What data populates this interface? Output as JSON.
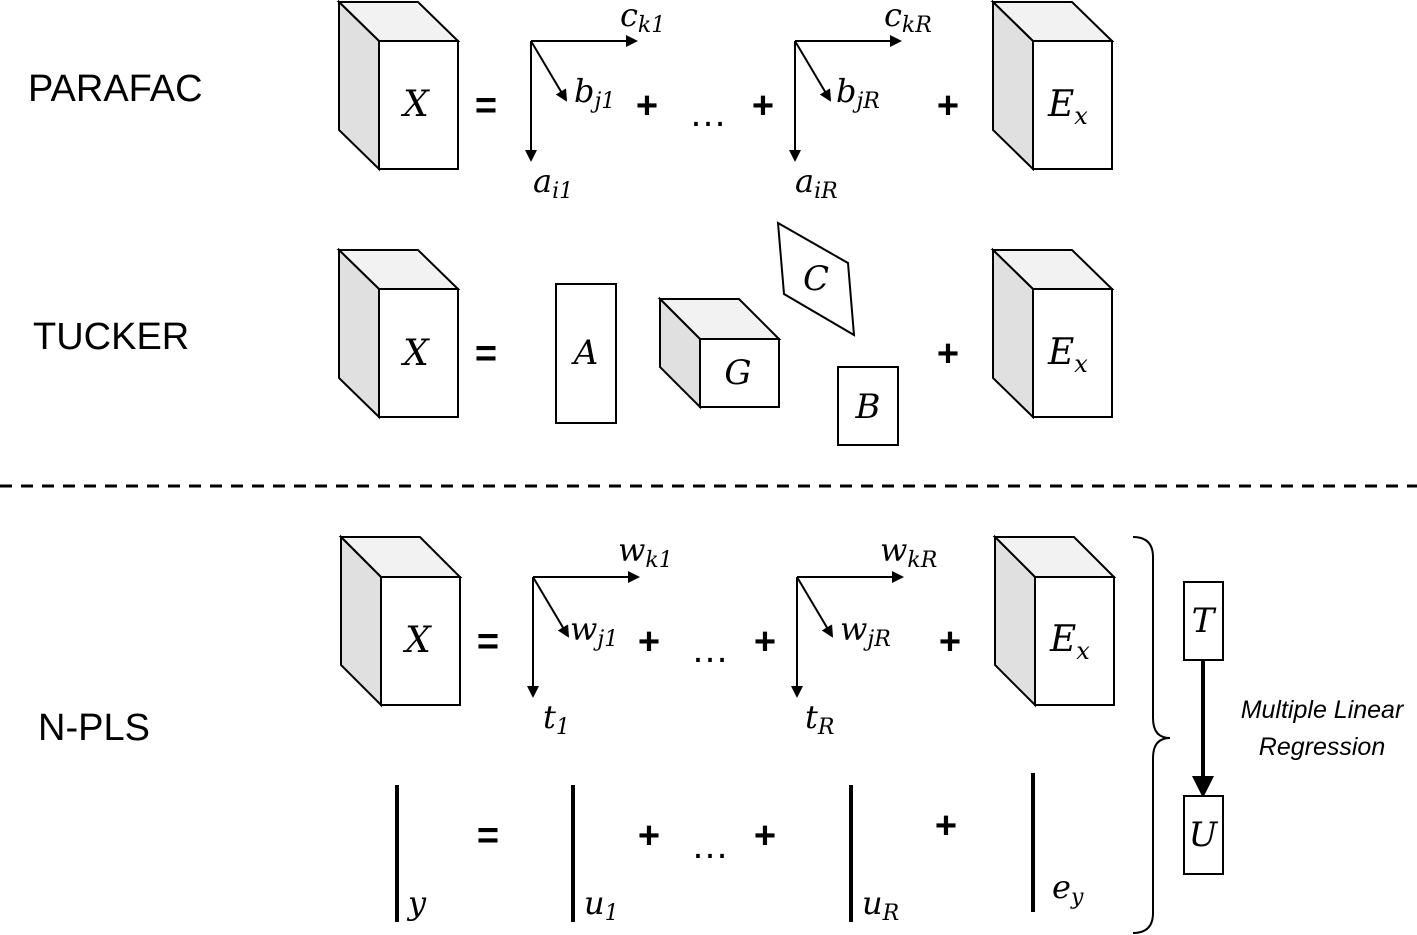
{
  "sections": {
    "parafac": {
      "title": "PARAFAC"
    },
    "tucker": {
      "title": "TUCKER"
    },
    "npls": {
      "title": "N-PLS"
    }
  },
  "symbols": {
    "equals": "=",
    "plus": "+",
    "ellipsis": "…",
    "X": "X",
    "E": "E",
    "E_sub": "x",
    "A": "A",
    "B": "B",
    "C": "C",
    "G": "G",
    "T": "T",
    "U": "U"
  },
  "parafac": {
    "c1": {
      "base": "c",
      "sub": "k1"
    },
    "b1": {
      "base": "b",
      "sub": "j1"
    },
    "a1": {
      "base": "a",
      "sub": "i1"
    },
    "cR": {
      "base": "c",
      "sub": "kR"
    },
    "bR": {
      "base": "b",
      "sub": "jR"
    },
    "aR": {
      "base": "a",
      "sub": "iR"
    }
  },
  "npls": {
    "wk1": {
      "base": "w",
      "sub": "k1"
    },
    "wj1": {
      "base": "w",
      "sub": "j1"
    },
    "t1": {
      "base": "t",
      "sub": "1"
    },
    "wkR": {
      "base": "w",
      "sub": "kR"
    },
    "wjR": {
      "base": "w",
      "sub": "jR"
    },
    "tR": {
      "base": "t",
      "sub": "R"
    },
    "y": "y",
    "u1": {
      "base": "u",
      "sub": "1"
    },
    "uR": {
      "base": "u",
      "sub": "R"
    },
    "ey": {
      "base": "e",
      "sub": "y"
    },
    "mlr_line1": "Multiple Linear",
    "mlr_line2": "Regression"
  }
}
